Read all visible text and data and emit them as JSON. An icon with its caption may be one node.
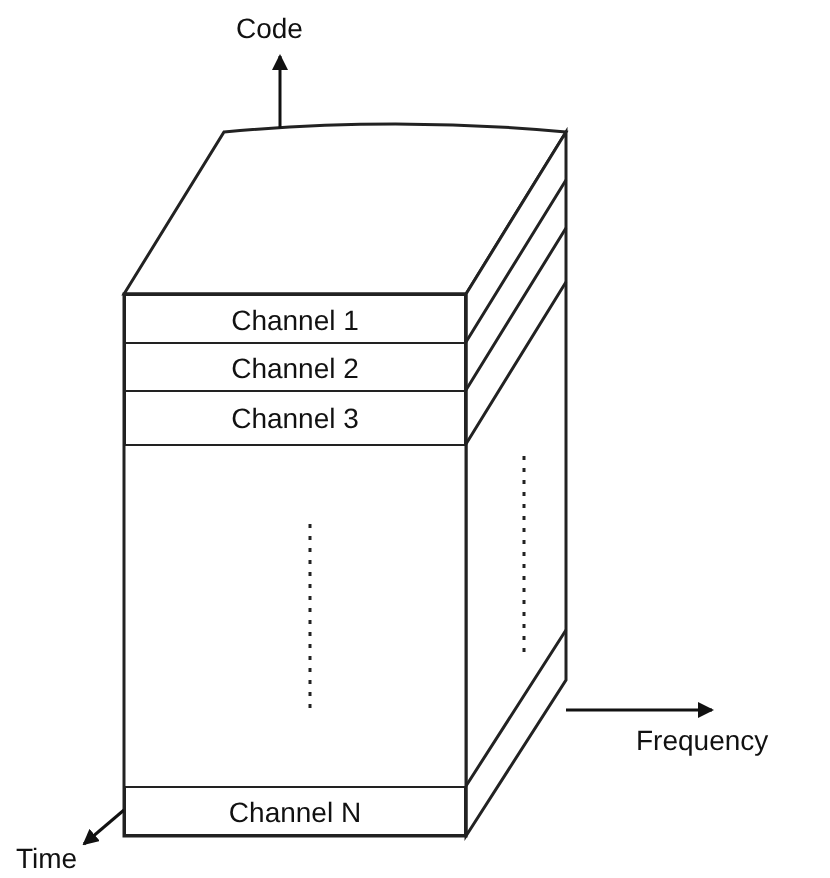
{
  "diagram": {
    "nodes": [
      {
        "text": [
          "Channel 1"
        ]
      },
      {
        "text": [
          "Channel 2"
        ]
      },
      {
        "text": [
          "Channel 3"
        ]
      },
      {
        "text": [
          "Channel N"
        ]
      }
    ],
    "labels": [
      "Code",
      "Frequency",
      "Time"
    ]
  }
}
